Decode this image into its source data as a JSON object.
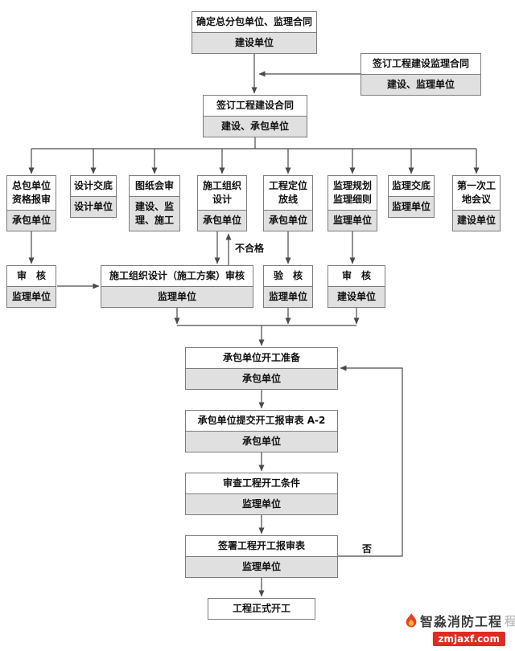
{
  "colors": {
    "box_border": "#7d7d7d",
    "box_fill": "#ffffff",
    "sub_fill": "#e0e0e0",
    "line": "#4a4a4a",
    "text": "#111111",
    "brand_red": "#e02b20"
  },
  "nodes": {
    "determine_contract": {
      "title": "确定总分包单位、监理合同",
      "sub": "建设单位"
    },
    "sign_supervision_contract": {
      "title": "签订工程建设监理合同",
      "sub": "建设、监理单位"
    },
    "sign_construction_contract": {
      "title": "签订工程建设合同",
      "sub": "建设、承包单位"
    },
    "general_contractor_qualification": {
      "title": "总包单位资格报审",
      "sub": "承包单位"
    },
    "design_disclosure": {
      "title": "设计交底",
      "sub": "设计单位"
    },
    "drawing_review": {
      "title": "图纸会审",
      "sub": "建设、监理、施工"
    },
    "construction_org_design": {
      "title": "施工组织设计",
      "sub": "承包单位"
    },
    "positioning_layout": {
      "title": "工程定位放线",
      "sub": "承包单位"
    },
    "supervision_plan": {
      "title": "监理规划监理细则",
      "sub": "监理单位"
    },
    "supervision_disclosure": {
      "title": "监理交底",
      "sub": "监理单位"
    },
    "first_site_meeting": {
      "title": "第一次工地会议",
      "sub": "建设单位"
    },
    "review_left": {
      "title": "审　核",
      "sub": "监理单位"
    },
    "org_design_review": {
      "title": "施工组织设计（施工方案）审核",
      "sub": "监理单位"
    },
    "verify": {
      "title": "验　核",
      "sub": "监理单位"
    },
    "review_right": {
      "title": "审　核",
      "sub": "建设单位"
    },
    "start_preparation": {
      "title": "承包单位开工准备",
      "sub": "承包单位"
    },
    "submit_start_form": {
      "title": "承包单位提交开工报审表 A-2",
      "sub": "承包单位"
    },
    "review_start_conditions": {
      "title": "审查工程开工条件",
      "sub": "监理单位"
    },
    "sign_start_form": {
      "title": "签署工程开工报审表",
      "sub": "监理单位"
    },
    "official_start": {
      "title": "工程正式开工"
    }
  },
  "labels": {
    "unqualified": "不合格",
    "no": "否"
  },
  "watermark": {
    "brand": "智淼消防工程",
    "edge_glyph": "程",
    "site": "zmjaxf.com"
  }
}
